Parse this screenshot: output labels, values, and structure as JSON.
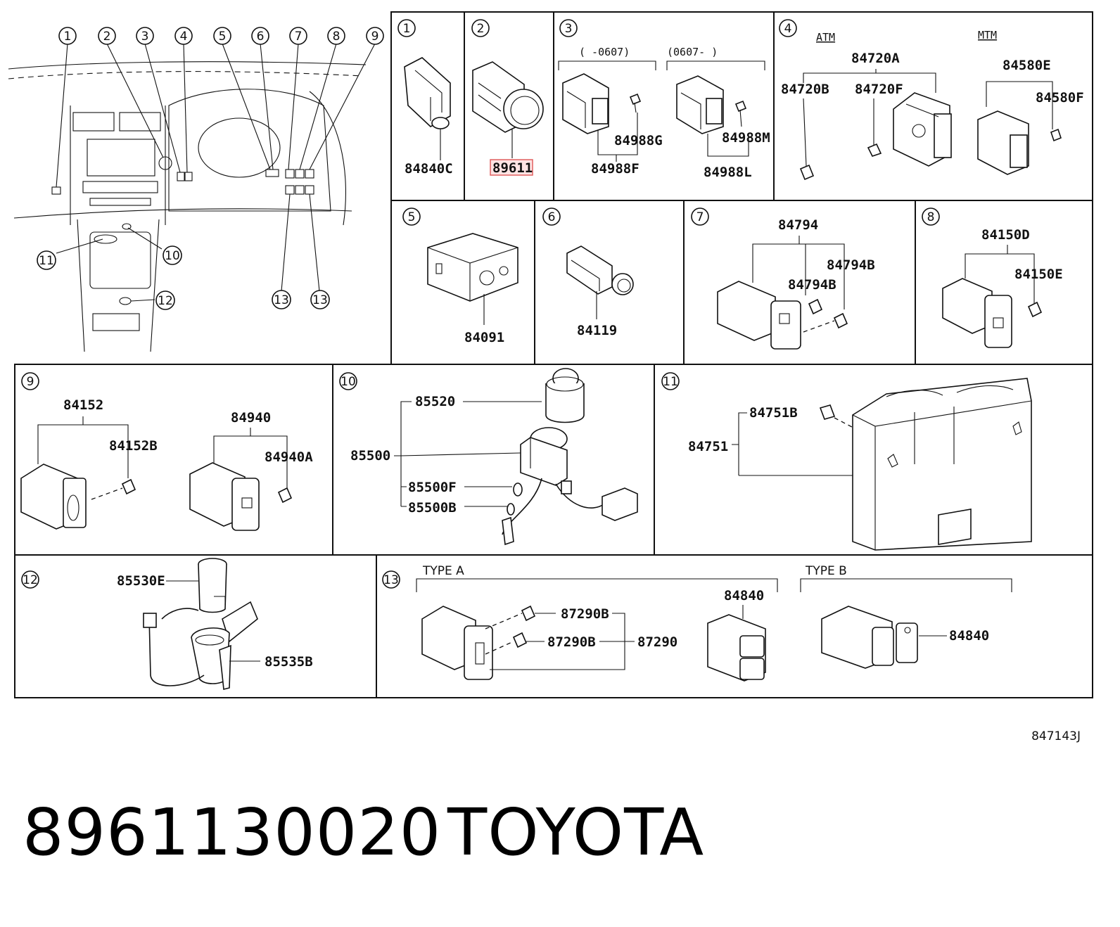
{
  "overview": {
    "callouts": [
      "1",
      "2",
      "3",
      "4",
      "5",
      "6",
      "7",
      "8",
      "9",
      "10",
      "11",
      "12",
      "13",
      "13"
    ]
  },
  "panels": {
    "p1": {
      "num": "1",
      "parts": [
        "84840C"
      ]
    },
    "p2": {
      "num": "2",
      "parts": [
        "89611"
      ]
    },
    "p3": {
      "num": "3",
      "range_a": "(      -0607)",
      "range_b": "(0607-      )",
      "parts": [
        "84988G",
        "84988F",
        "84988M",
        "84988L"
      ]
    },
    "p4": {
      "num": "4",
      "atm": "ATM",
      "mtm": "MTM",
      "parts": [
        "84720A",
        "84720B",
        "84720F",
        "84580E",
        "84580F"
      ]
    },
    "p5": {
      "num": "5",
      "parts": [
        "84091"
      ]
    },
    "p6": {
      "num": "6",
      "parts": [
        "84119"
      ]
    },
    "p7": {
      "num": "7",
      "parts": [
        "84794",
        "84794B",
        "84794B"
      ]
    },
    "p8": {
      "num": "8",
      "parts": [
        "84150D",
        "84150E"
      ]
    },
    "p9": {
      "num": "9",
      "parts": [
        "84152",
        "84152B",
        "84940",
        "84940A"
      ]
    },
    "p10": {
      "num": "10",
      "parts": [
        "85520",
        "85500",
        "85500F",
        "85500B"
      ]
    },
    "p11": {
      "num": "11",
      "parts": [
        "84751B",
        "84751"
      ]
    },
    "p12": {
      "num": "12",
      "parts": [
        "85530E",
        "85535B"
      ]
    },
    "p13": {
      "num": "13",
      "type_a": "TYPE A",
      "type_b": "TYPE B",
      "parts": [
        "87290B",
        "87290B",
        "87290",
        "84840",
        "84840"
      ]
    }
  },
  "footer": {
    "ref": "847143J",
    "part_number": "8961130020",
    "brand": "TOYOTA"
  },
  "colors": {
    "highlight_fill": "#ffe4e4",
    "highlight_stroke": "#e06060",
    "ink": "#111111"
  }
}
